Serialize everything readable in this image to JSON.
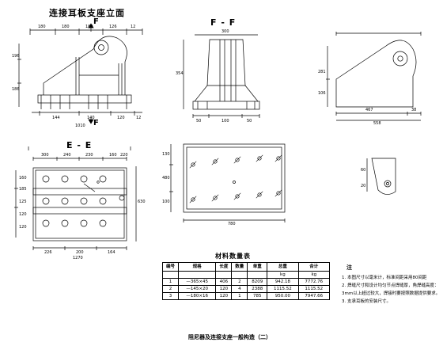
{
  "views": {
    "elevation": {
      "title": "连接耳板支座立面",
      "section_mark": "F",
      "dims_top": [
        "180",
        "180",
        "180",
        "126",
        "12"
      ],
      "dims_bottom": [
        "144",
        "140",
        "120",
        "12"
      ],
      "dims_left": [
        "196",
        "186"
      ],
      "total_label": "1010"
    },
    "section_ff": {
      "title": "F - F",
      "dims_bottom": [
        "50",
        "100",
        "50"
      ],
      "total_label": "300",
      "height_label": "354"
    },
    "plate_elevation": {
      "height_labels": [
        "281",
        "106"
      ],
      "bottom_labels": [
        "467",
        "38",
        "558"
      ]
    },
    "section_ee": {
      "title": "E - E",
      "dims_top": [
        "300",
        "240",
        "230",
        "160",
        "220"
      ],
      "dims_left": [
        "160",
        "185",
        "125",
        "120",
        "120"
      ],
      "dims_bottom": [
        "226",
        "200",
        "164"
      ],
      "total_label": "1270",
      "height_label": "630",
      "ring_label": "Φ"
    },
    "base_plan": {
      "width_label": "780",
      "height_label": "480",
      "left_labels": [
        "130",
        "100"
      ]
    },
    "small_plate": {
      "labels": [
        "60",
        "20"
      ]
    }
  },
  "table": {
    "title": "材料数量表",
    "headers": [
      "编号",
      "规格",
      "长度",
      "数量",
      "单重",
      "总重",
      "合计"
    ],
    "subheaders": [
      "",
      "",
      "",
      "",
      "",
      "kg",
      "kg"
    ],
    "rows": [
      [
        "1",
        "—365×45",
        "406",
        "2",
        "8209",
        "942.18",
        "7772.76"
      ],
      [
        "2",
        "—145×20",
        "120",
        "4",
        "2388",
        "1115.52",
        "1115.52"
      ],
      [
        "3",
        "—180×16",
        "120",
        "1",
        "785",
        "950.00",
        "7947.66"
      ]
    ]
  },
  "notes": {
    "heading": "注",
    "lines": [
      "1. 本图尺寸以毫米计，标准间距采用80间距",
      "2. 焊缝尺寸和设计均匀节点焊缝厚，角焊缝高度：",
      "   3mm以上超过较大，焊接时要按照数据提供要求。",
      "3. 支承耳板的安装尺寸。"
    ]
  },
  "footer_title": "阻尼器及连接支座一般构造（二）"
}
